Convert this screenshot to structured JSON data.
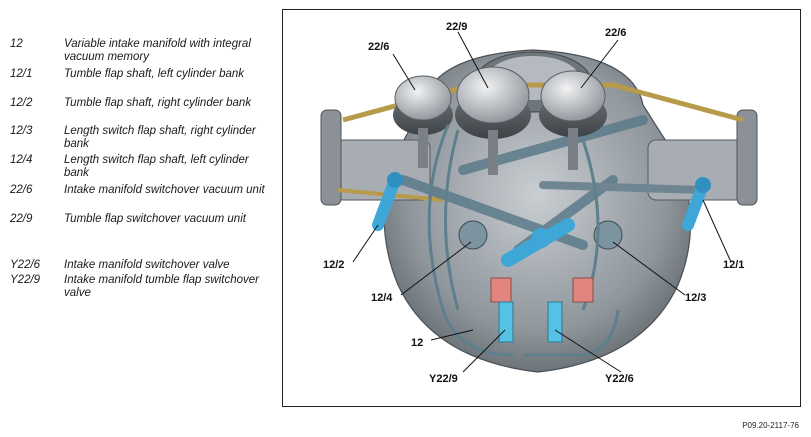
{
  "legend": [
    {
      "code": "12",
      "desc": "Variable intake manifold with integral vacuum memory"
    },
    {
      "code": "12/1",
      "desc": "Tumble flap shaft, left cylinder bank"
    },
    {
      "code": "12/2",
      "desc": "Tumble flap shaft, right cylinder bank"
    },
    {
      "code": "12/3",
      "desc": "Length switch flap shaft, right cylinder bank"
    },
    {
      "code": "12/4",
      "desc": "Length switch flap shaft, left cylinder bank"
    },
    {
      "code": "22/6",
      "desc": "Intake manifold switchover vacuum unit"
    },
    {
      "code": "22/9",
      "desc": "Tumble flap switchover vacuum unit"
    },
    {
      "code": "Y22/6",
      "desc": "Intake manifold switchover valve"
    },
    {
      "code": "Y22/9",
      "desc": "Intake manifold tumble flap switchover valve"
    }
  ],
  "callouts": {
    "c22_9": "22/9",
    "c22_6_left": "22/6",
    "c22_6_right": "22/6",
    "c12_2": "12/2",
    "c12_1": "12/1",
    "c12_4": "12/4",
    "c12_3": "12/3",
    "c12": "12",
    "cY22_9": "Y22/9",
    "cY22_6": "Y22/6"
  },
  "doc_reference": "P09.20-2117-76",
  "colors": {
    "manifold": "#9aa0a6",
    "actuator_blue": "#3ea7d8",
    "vacuum_line": "#5e7f8c",
    "valve_red": "#e2857e",
    "valve_cyan": "#55c1e3",
    "brass": "#b79a4a"
  }
}
